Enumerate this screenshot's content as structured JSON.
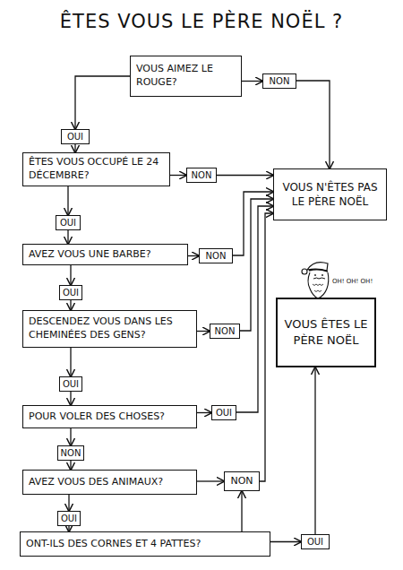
{
  "diagram": {
    "title": "ÊTES VOUS LE PÈRE NOËL ?",
    "nodes": [
      {
        "text": [
          "VOUS AIMEZ LE ROUGE?"
        ]
      },
      {
        "text": [
          "NON"
        ]
      },
      {
        "text": [
          "OUI"
        ]
      },
      {
        "text": [
          "ÊTES VOUS OCCUPÉ LE 24 DÉCEMBRE?"
        ]
      },
      {
        "text": [
          "NON"
        ]
      },
      {
        "text": [
          "VOUS N'ÊTES PAS LE PÈRE NOËL"
        ]
      },
      {
        "text": [
          "OUI"
        ]
      },
      {
        "text": [
          "AVEZ VOUS UNE BARBE?"
        ]
      },
      {
        "text": [
          "NON"
        ]
      },
      {
        "text": [
          "OUI"
        ]
      },
      {
        "text": [
          "DESCENDEZ VOUS DANS LES CHEMINÉES DES GENS?"
        ]
      },
      {
        "text": [
          "NON"
        ]
      },
      {
        "text": [
          "OUI"
        ]
      },
      {
        "text": [
          "POUR VOLER DES CHOSES?"
        ]
      },
      {
        "text": [
          "OUI"
        ]
      },
      {
        "text": [
          "NON"
        ]
      },
      {
        "text": [
          "AVEZ VOUS DES ANIMAUX?"
        ]
      },
      {
        "text": [
          "NON"
        ]
      },
      {
        "text": [
          "OUI"
        ]
      },
      {
        "text": [
          "ONT-ILS DES CORNES ET 4 PATTES?"
        ]
      },
      {
        "text": [
          "OUI"
        ]
      },
      {
        "text": [
          "VOUS ÊTES LE PÈRE NOËL"
        ]
      }
    ],
    "edges": [
      {
        "from": 0,
        "to": 1,
        "arrow": "to"
      },
      {
        "from": 1,
        "to": 5,
        "arrow": "to"
      },
      {
        "from": 0,
        "to": 2,
        "arrow": "to"
      },
      {
        "from": 2,
        "to": 3,
        "arrow": "to"
      },
      {
        "from": 3,
        "to": 4,
        "arrow": "to"
      },
      {
        "from": 4,
        "to": 5,
        "arrow": "to"
      },
      {
        "from": 3,
        "to": 6,
        "arrow": "to"
      },
      {
        "from": 6,
        "to": 7,
        "arrow": "to"
      },
      {
        "from": 7,
        "to": 8,
        "arrow": "to"
      },
      {
        "from": 8,
        "to": 5,
        "arrow": "to"
      },
      {
        "from": 7,
        "to": 9,
        "arrow": "to"
      },
      {
        "from": 9,
        "to": 10,
        "arrow": "to"
      },
      {
        "from": 10,
        "to": 11,
        "arrow": "to"
      },
      {
        "from": 11,
        "to": 5,
        "arrow": "to"
      },
      {
        "from": 10,
        "to": 12,
        "arrow": "to"
      },
      {
        "from": 12,
        "to": 13,
        "arrow": "to"
      },
      {
        "from": 13,
        "to": 14,
        "arrow": "to"
      },
      {
        "from": 14,
        "to": 5,
        "arrow": "to"
      },
      {
        "from": 13,
        "to": 15,
        "arrow": "to"
      },
      {
        "from": 15,
        "to": 16,
        "arrow": "to"
      },
      {
        "from": 16,
        "to": 17,
        "arrow": "to"
      },
      {
        "from": 17,
        "to": 5,
        "arrow": "to"
      },
      {
        "from": 16,
        "to": 18,
        "arrow": "to"
      },
      {
        "from": 18,
        "to": 19,
        "arrow": "to"
      },
      {
        "from": 19,
        "to": 17,
        "arrow": "to"
      },
      {
        "from": 19,
        "to": 20,
        "arrow": "to"
      },
      {
        "from": 20,
        "to": 21,
        "arrow": "to"
      }
    ],
    "labels": [
      "OH! OH! OH!"
    ]
  }
}
